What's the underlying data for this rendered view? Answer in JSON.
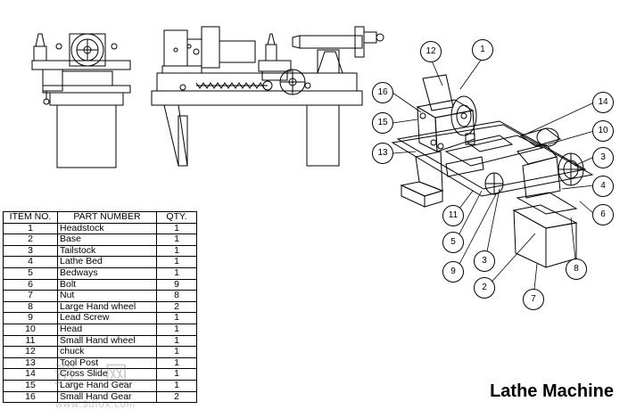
{
  "title": "Lathe Machine",
  "table": {
    "headers": [
      "ITEM NO.",
      "PART NUMBER",
      "QTY."
    ],
    "rows": [
      {
        "no": "1",
        "part": "Headstock",
        "qty": "1"
      },
      {
        "no": "2",
        "part": "Base",
        "qty": "1"
      },
      {
        "no": "3",
        "part": "Tailstock",
        "qty": "1"
      },
      {
        "no": "4",
        "part": "Lathe Bed",
        "qty": "1"
      },
      {
        "no": "5",
        "part": "Bedways",
        "qty": "1"
      },
      {
        "no": "6",
        "part": "Bolt",
        "qty": "9"
      },
      {
        "no": "7",
        "part": "Nut",
        "qty": "8"
      },
      {
        "no": "8",
        "part": "Large Hand wheel",
        "qty": "2"
      },
      {
        "no": "9",
        "part": "Lead Screw",
        "qty": "1"
      },
      {
        "no": "10",
        "part": "Head",
        "qty": "1"
      },
      {
        "no": "11",
        "part": "Small Hand wheel",
        "qty": "1"
      },
      {
        "no": "12",
        "part": "chuck",
        "qty": "1"
      },
      {
        "no": "13",
        "part": "Tool Post",
        "qty": "1"
      },
      {
        "no": "14",
        "part": "Cross Slide",
        "qty": "1"
      },
      {
        "no": "15",
        "part": "Large Hand Gear",
        "qty": "1"
      },
      {
        "no": "16",
        "part": "Small Hand Gear",
        "qty": "2"
      }
    ]
  },
  "balloons": [
    "1",
    "2",
    "3",
    "3",
    "4",
    "5",
    "6",
    "7",
    "8",
    "9",
    "10",
    "11",
    "12",
    "13",
    "14",
    "15",
    "16"
  ],
  "watermark": {
    "text": "资 网",
    "url": "www.3dfox.com"
  }
}
